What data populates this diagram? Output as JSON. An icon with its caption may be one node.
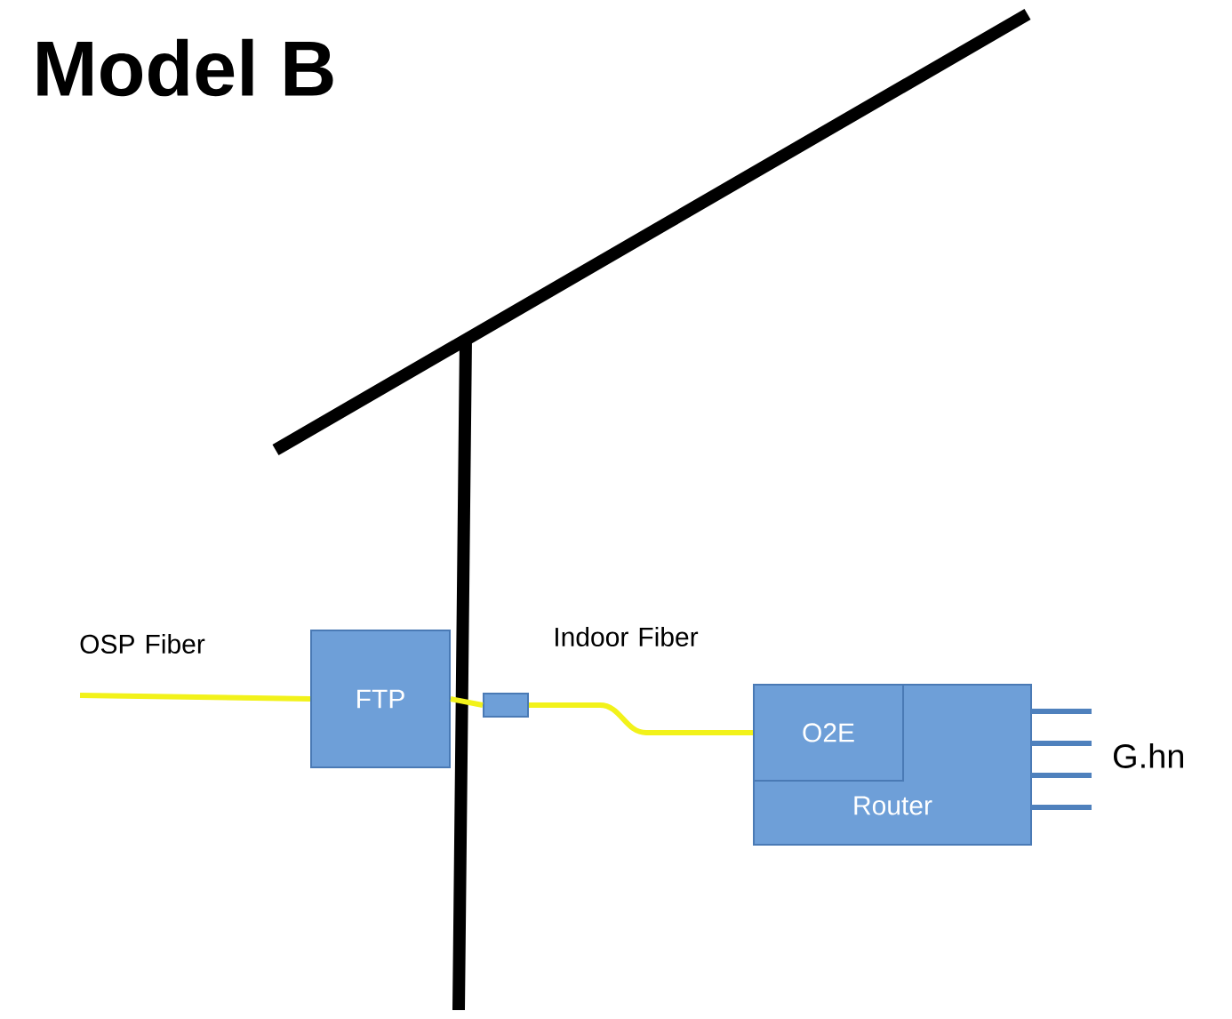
{
  "diagram": {
    "title": "Model B",
    "nodes": [
      {
        "text": [
          "FTP"
        ]
      },
      {
        "text": [],
        "shape": "box"
      },
      {
        "text": [
          "Router"
        ],
        "beside": [
          "G.hn"
        ]
      },
      {
        "text": [
          "O2E"
        ],
        "in": 2
      }
    ],
    "edges": [
      {
        "from": null,
        "to": 0,
        "arrow": "none",
        "label": "OSP Fiber"
      },
      {
        "from": 0,
        "to": 1,
        "arrow": "none"
      },
      {
        "from": 1,
        "to": 3,
        "arrow": "none",
        "label": "Indoor Fiber"
      }
    ]
  }
}
